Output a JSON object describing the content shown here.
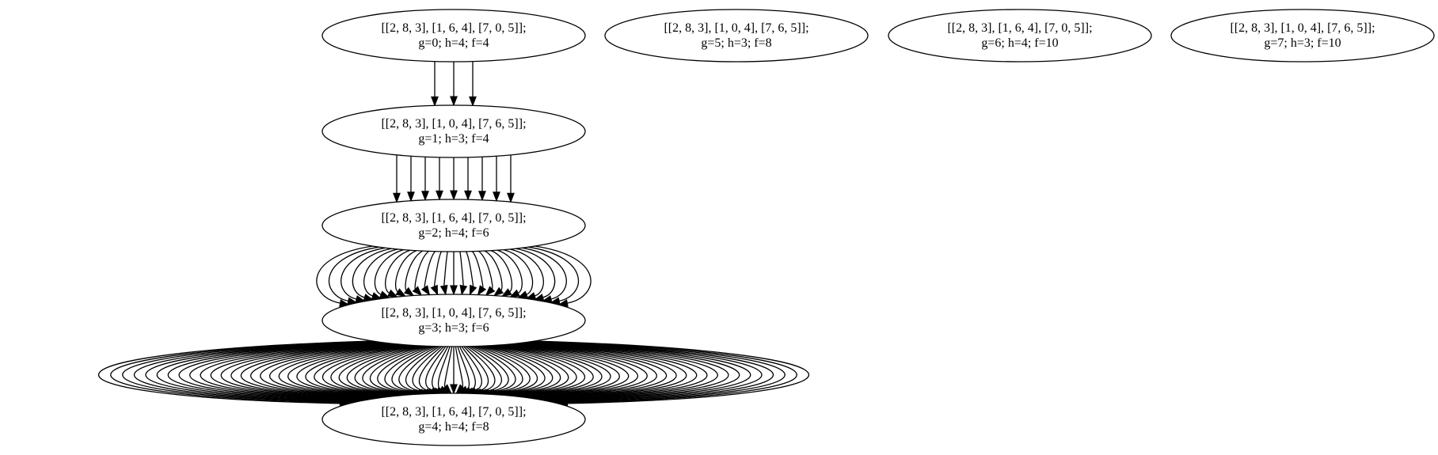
{
  "graph": {
    "nodes": [
      {
        "id": "n0",
        "state": "[[2, 8, 3], [1, 6, 4], [7, 0, 5]];",
        "scores": "g=0; h=4; f=4"
      },
      {
        "id": "n1",
        "state": "[[2, 8, 3], [1, 0, 4], [7, 6, 5]];",
        "scores": "g=1; h=3; f=4"
      },
      {
        "id": "n2",
        "state": "[[2, 8, 3], [1, 6, 4], [7, 0, 5]];",
        "scores": "g=2; h=4; f=6"
      },
      {
        "id": "n3",
        "state": "[[2, 8, 3], [1, 0, 4], [7, 6, 5]];",
        "scores": "g=3; h=3; f=6"
      },
      {
        "id": "n4",
        "state": "[[2, 8, 3], [1, 6, 4], [7, 0, 5]];",
        "scores": "g=4; h=4; f=8"
      },
      {
        "id": "n5",
        "state": "[[2, 8, 3], [1, 0, 4], [7, 6, 5]];",
        "scores": "g=5; h=3; f=8"
      },
      {
        "id": "n6",
        "state": "[[2, 8, 3], [1, 6, 4], [7, 0, 5]];",
        "scores": "g=6; h=4; f=10"
      },
      {
        "id": "n7",
        "state": "[[2, 8, 3], [1, 0, 4], [7, 6, 5]];",
        "scores": "g=7; h=3; f=10"
      }
    ],
    "edges": [
      {
        "from": "n0",
        "to": "n1",
        "count": 3
      },
      {
        "from": "n1",
        "to": "n2",
        "count": 9
      },
      {
        "from": "n2",
        "to": "n3",
        "count": 27
      },
      {
        "from": "n3",
        "to": "n4",
        "count": 81
      }
    ]
  }
}
